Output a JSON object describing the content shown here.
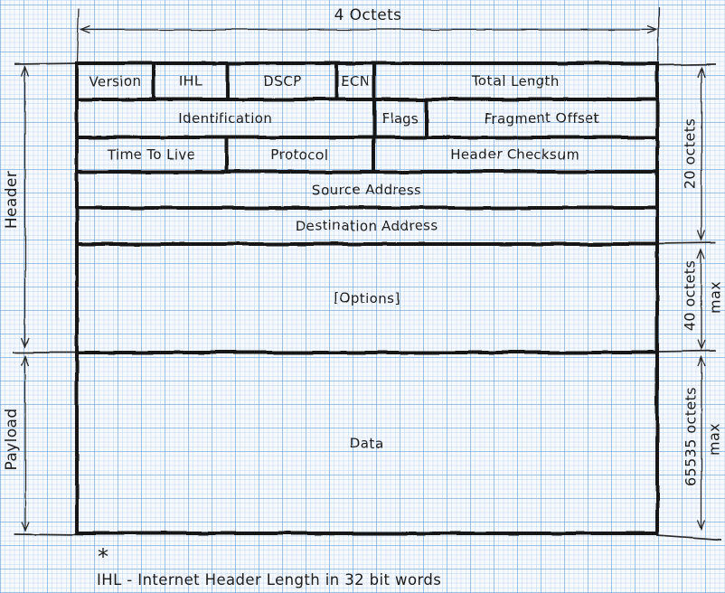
{
  "colors": {
    "ink": "#1c1c1c",
    "paper": "#f7fafd",
    "grid_minor": "#cfe2f4",
    "grid_major": "#9fc6e9"
  },
  "dimensions": {
    "top": {
      "label": "4 Octets"
    },
    "left": [
      {
        "label": "Header"
      },
      {
        "label": "Payload"
      }
    ],
    "right": [
      {
        "label": "20 octets",
        "qualifier": ""
      },
      {
        "label": "40 octets",
        "qualifier": "max"
      },
      {
        "label": "65535 octets",
        "qualifier": "max"
      }
    ]
  },
  "packet": {
    "rows": [
      {
        "cells": [
          {
            "label": "Version"
          },
          {
            "label": "IHL"
          },
          {
            "label": "DSCP"
          },
          {
            "label": "ECN"
          },
          {
            "label": "Total Length"
          }
        ]
      },
      {
        "cells": [
          {
            "label": "Identification"
          },
          {
            "label": "Flags"
          },
          {
            "label": "Fragment Offset"
          }
        ]
      },
      {
        "cells": [
          {
            "label": "Time To Live"
          },
          {
            "label": "Protocol"
          },
          {
            "label": "Header Checksum"
          }
        ]
      },
      {
        "cells": [
          {
            "label": "Source Address"
          }
        ]
      },
      {
        "cells": [
          {
            "label": "Destination Address"
          }
        ]
      },
      {
        "cells": [
          {
            "label": "[Options]"
          }
        ]
      },
      {
        "cells": [
          {
            "label": "Data"
          }
        ]
      }
    ]
  },
  "footnote": {
    "marker": "*",
    "text": "IHL - Internet Header Length in 32 bit words"
  }
}
